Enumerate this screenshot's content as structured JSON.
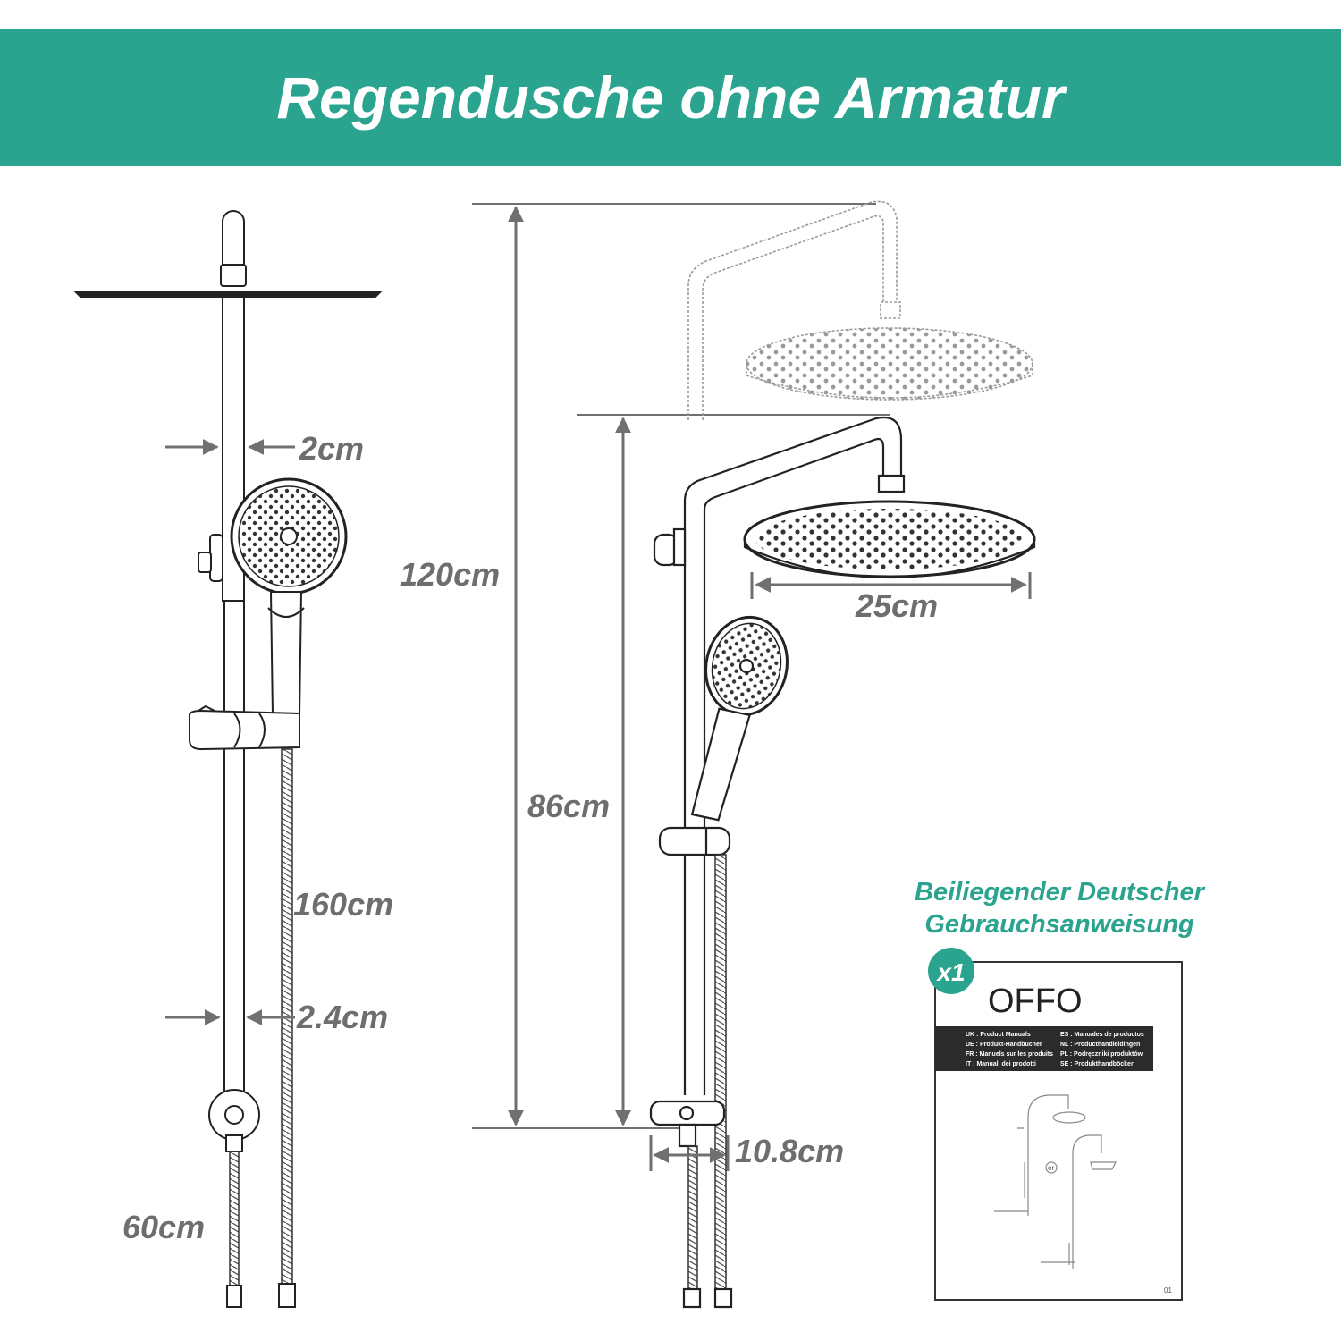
{
  "banner": {
    "title": "Regendusche ohne Armatur",
    "color": "#2aa38f"
  },
  "dimensions": {
    "pipe_top": "2cm",
    "hose": "160cm",
    "pipe_bottom": "2.4cm",
    "lower_hose": "60cm",
    "total_height": "120cm",
    "lower_height": "86cm",
    "head_diameter": "25cm",
    "spacing": "10.8cm"
  },
  "manual": {
    "caption_line1": "Beiliegender Deutscher",
    "caption_line2": "Gebrauchsanweisung",
    "quantity": "x1",
    "brand": "OFFO",
    "languages_left": [
      "UK : Product Manuals",
      "DE : Produkt-Handbücher",
      "FR : Manuels sur les produits",
      "IT : Manuali dei prodotti"
    ],
    "languages_right": [
      "ES : Manuales de productos",
      "NL : Producthandleidingen",
      "PL : Podręczniki produktów",
      "SE : Produkthandböcker"
    ],
    "or_label": "or",
    "page_number": "01"
  }
}
